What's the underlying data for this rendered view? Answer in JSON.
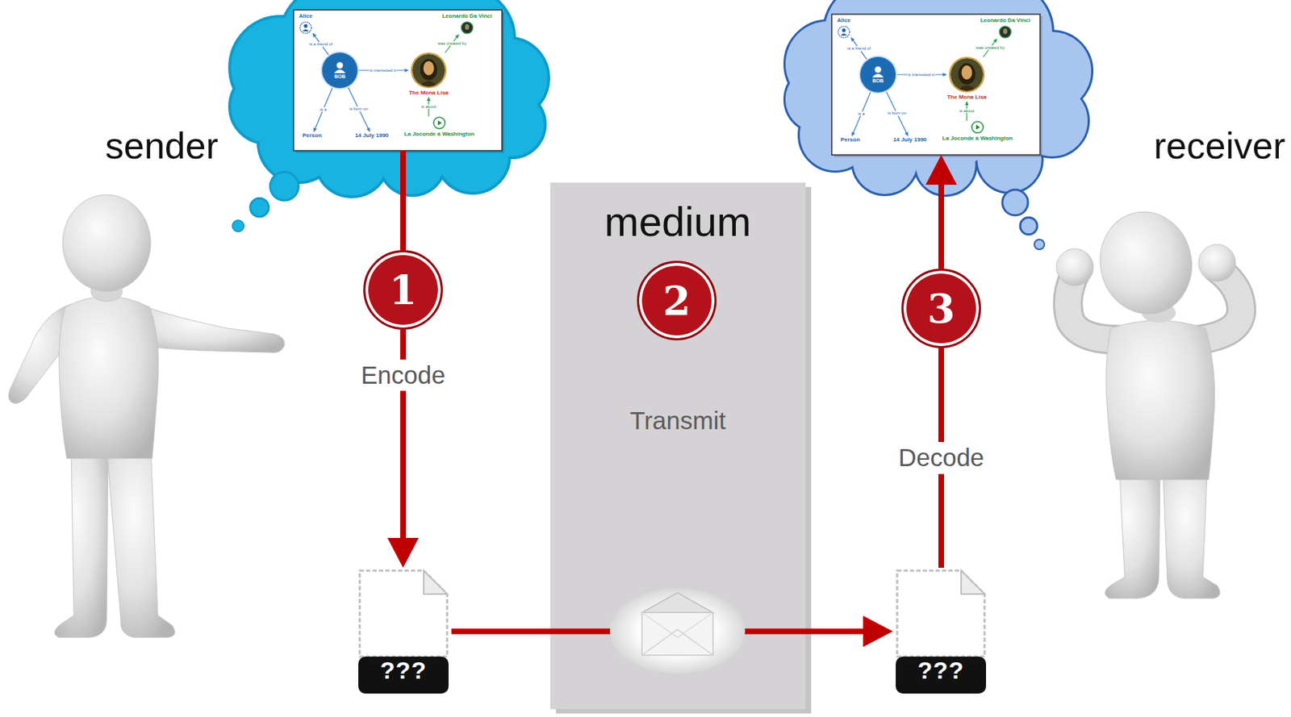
{
  "diagram": {
    "nodes": [
      {
        "text": []
      },
      {
        "text": [
          "Alice"
        ],
        "in": 0
      },
      {
        "text": [
          "Leonardo Da Vinci"
        ],
        "in": 0
      },
      {
        "text": [
          "BOB"
        ],
        "in": 0
      },
      {
        "text": [
          "The Mona Lisa"
        ],
        "in": 0
      },
      {
        "text": [
          "Person"
        ],
        "in": 0
      },
      {
        "text": [
          "14 July 1990"
        ],
        "in": 0
      },
      {
        "text": [
          "La Joconde à Washington"
        ],
        "in": 0
      },
      {
        "text": [
          "1"
        ]
      },
      {
        "text": [
          "???"
        ]
      },
      {
        "text": [
          "medium",
          "Transmit"
        ]
      },
      {
        "text": [
          "2"
        ],
        "in": 10
      },
      {
        "text": []
      },
      {
        "text": [
          "Alice"
        ],
        "in": 12
      },
      {
        "text": [
          "Leonardo Da Vinci"
        ],
        "in": 12
      },
      {
        "text": [
          "BOB"
        ],
        "in": 12
      },
      {
        "text": [
          "The Mona Lisa"
        ],
        "in": 12
      },
      {
        "text": [
          "Person"
        ],
        "in": 12
      },
      {
        "text": [
          "14 July 1990"
        ],
        "in": 12
      },
      {
        "text": [
          "La Joconde à Washington"
        ],
        "in": 12
      },
      {
        "text": [
          "3"
        ]
      },
      {
        "text": [
          "???"
        ]
      }
    ],
    "edges": [
      {
        "from": 3,
        "to": 1,
        "arrow": "to",
        "label": "is a friend of"
      },
      {
        "from": 3,
        "to": 4,
        "arrow": "to",
        "label": "is interested in"
      },
      {
        "from": 3,
        "to": 5,
        "arrow": "to",
        "label": "is a"
      },
      {
        "from": 3,
        "to": 6,
        "arrow": "to",
        "label": "is born on"
      },
      {
        "from": 4,
        "to": 2,
        "arrow": "to",
        "label": "was created by"
      },
      {
        "from": 7,
        "to": 4,
        "arrow": "to",
        "label": "is about"
      },
      {
        "from": 0,
        "to": 8,
        "arrow": "none"
      },
      {
        "from": 8,
        "to": 9,
        "arrow": "to",
        "label": "Encode"
      },
      {
        "from": 9,
        "to": 21,
        "arrow": "to"
      },
      {
        "from": 21,
        "to": 20,
        "arrow": "none",
        "label": "Decode"
      },
      {
        "from": 20,
        "to": 12,
        "arrow": "to"
      },
      {
        "from": 15,
        "to": 13,
        "arrow": "to",
        "label": "is a friend of"
      },
      {
        "from": 15,
        "to": 16,
        "arrow": "to",
        "label": "is interested in"
      },
      {
        "from": 15,
        "to": 17,
        "arrow": "to",
        "label": "is a"
      },
      {
        "from": 15,
        "to": 18,
        "arrow": "to",
        "label": "is born on"
      },
      {
        "from": 16,
        "to": 14,
        "arrow": "to",
        "label": "was created by"
      },
      {
        "from": 19,
        "to": 16,
        "arrow": "to",
        "label": "is about"
      }
    ],
    "labels": [
      "sender",
      "receiver"
    ]
  }
}
